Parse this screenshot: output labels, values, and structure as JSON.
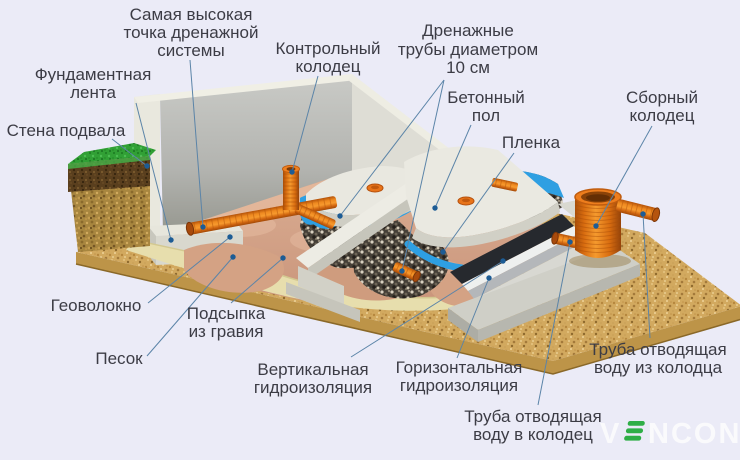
{
  "labels": {
    "highest_point": {
      "lines": [
        "Самая высокая",
        "точка дренажной",
        "системы"
      ]
    },
    "control_well": {
      "lines": [
        "Контрольный",
        "колодец"
      ]
    },
    "foundation_strip": {
      "lines": [
        "Фундаментная",
        "лента"
      ]
    },
    "basement_wall": {
      "lines": [
        "Стена подвала"
      ]
    },
    "drain_pipes": {
      "lines": [
        "Дренажные",
        "трубы диаметром",
        "10 см"
      ]
    },
    "concrete_floor": {
      "lines": [
        "Бетонный",
        "пол"
      ]
    },
    "film": {
      "lines": [
        "Пленка"
      ]
    },
    "collection_well": {
      "lines": [
        "Сборный",
        "колодец"
      ]
    },
    "geotextile": {
      "lines": [
        "Геоволокно"
      ]
    },
    "gravel_bedding": {
      "lines": [
        "Подсыпка",
        "из гравия"
      ]
    },
    "sand": {
      "lines": [
        "Песок"
      ]
    },
    "vertical_waterproofing": {
      "lines": [
        "Вертикальная",
        "гидроизоляция"
      ]
    },
    "horizontal_waterproofing": {
      "lines": [
        "Горизонтальная",
        "гидроизоляция"
      ]
    },
    "pipe_to_well": {
      "lines": [
        "Труба отводящая",
        "воду в колодец"
      ]
    },
    "pipe_from_well": {
      "lines": [
        "Труба отводящая",
        "воду из колодца"
      ]
    }
  },
  "logo": {
    "prefix": "V",
    "suffix": "NCON"
  },
  "colors": {
    "background": "#ebebf7",
    "label_text": "#3c3c45",
    "leader_line": "#5b84a8",
    "leader_dot": "#1d5c95",
    "pipe_orange": "#ef8a20",
    "film_blue": "#2e9fe2",
    "waterproofing_black": "#26292e",
    "logo_green": "#2fae47",
    "logo_text": "#fbfbfd"
  }
}
